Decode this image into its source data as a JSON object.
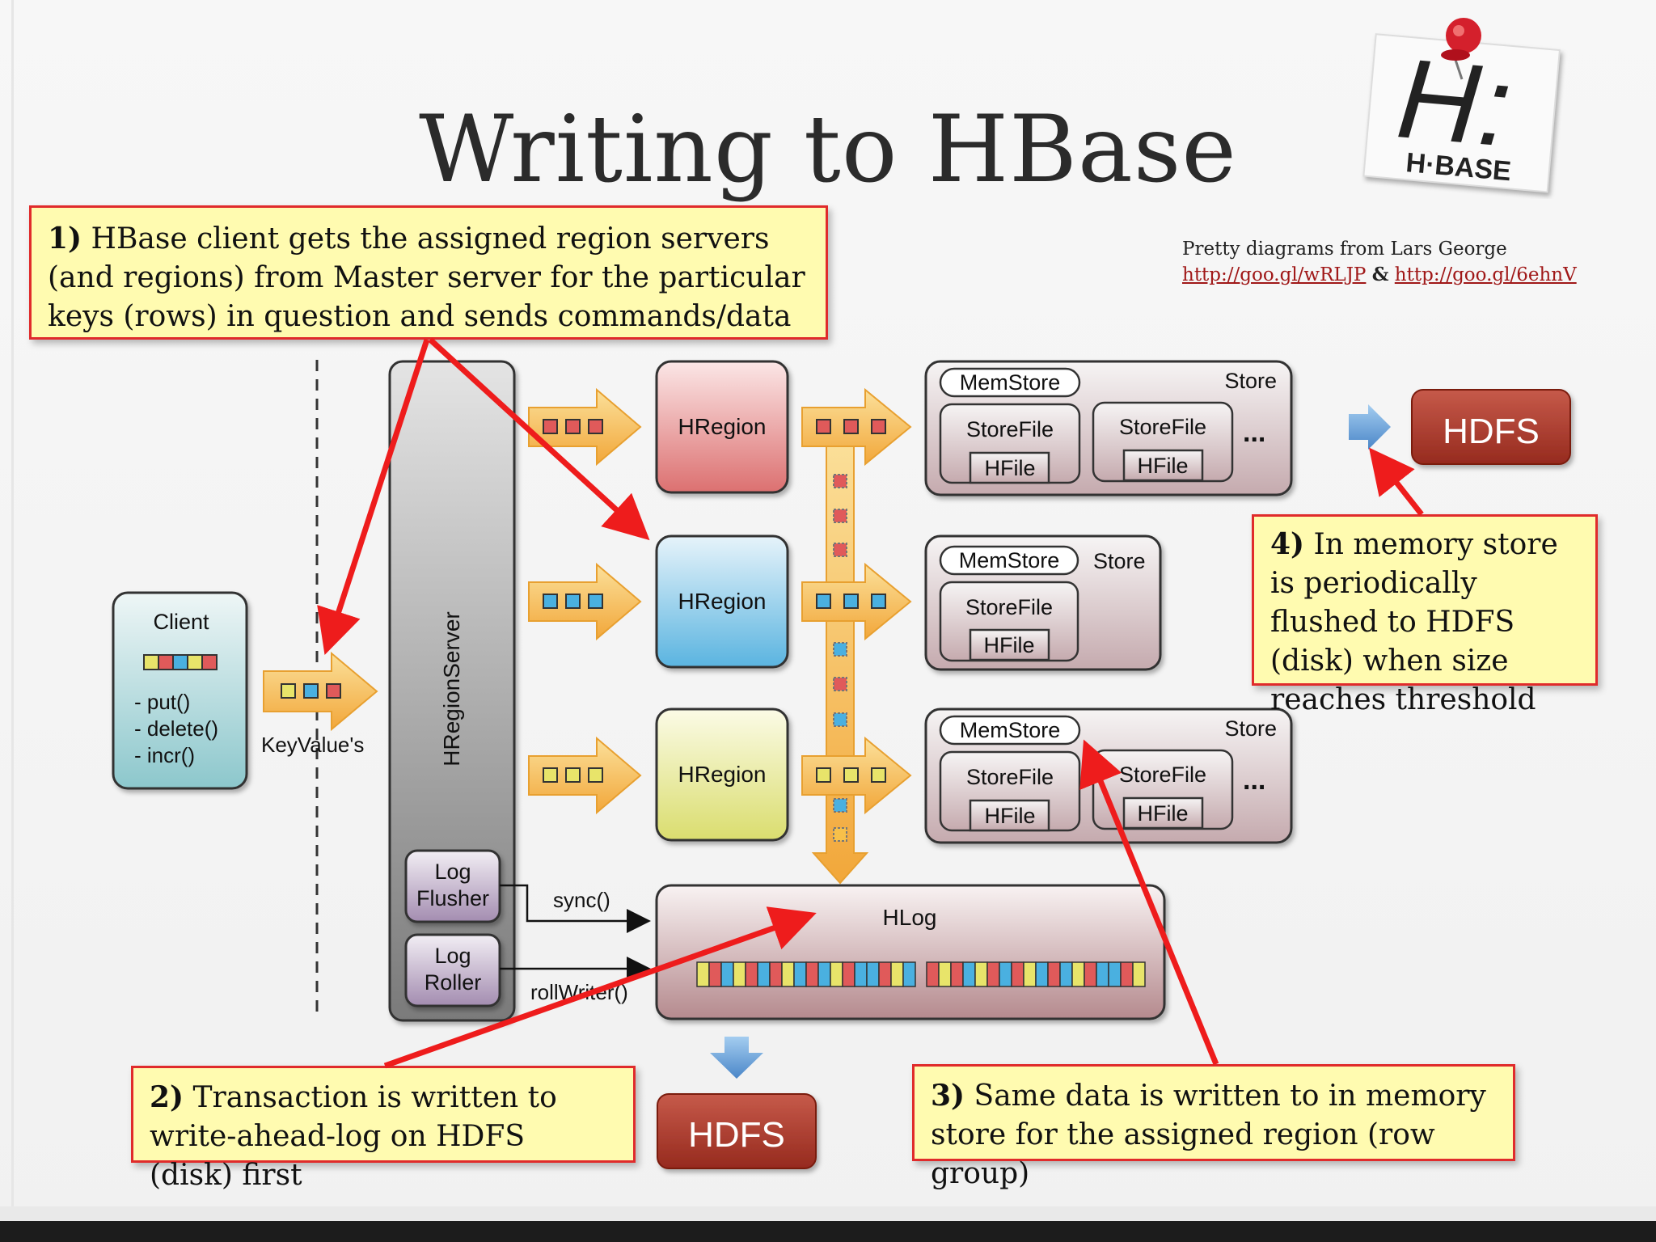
{
  "title": "Writing to HBase",
  "logo": {
    "text": "H·BASE",
    "mark": "H:"
  },
  "credit": {
    "text": "Pretty diagrams from Lars George",
    "link1": "http://goo.gl/wRLJP",
    "sep": "&",
    "link2": "http://goo.gl/6ehnV"
  },
  "notes": {
    "n1": {
      "num": "1)",
      "text": "HBase client gets the assigned region servers (and regions) from Master server for the particular keys (rows) in question and sends commands/data"
    },
    "n2": {
      "num": "2)",
      "text": "Transaction is written to write-ahead-log on HDFS (disk) first"
    },
    "n3": {
      "num": "3)",
      "text": "Same data is written to in memory store for the assigned region (row group)"
    },
    "n4": {
      "num": "4)",
      "text": "In memory store is periodically flushed to HDFS (disk) when size reaches threshold"
    }
  },
  "diagram": {
    "client": {
      "label": "Client",
      "ops": [
        "- put()",
        "- delete()",
        "- incr()"
      ]
    },
    "keyvalues_label": "KeyValue's",
    "regionserver_label": "HRegionServer",
    "log_flusher": "Log Flusher",
    "log_roller": "Log Roller",
    "sync_label": "sync()",
    "rollwriter_label": "rollWriter()",
    "hlog_label": "HLog",
    "hregion_label": "HRegion",
    "memstore_label": "MemStore",
    "store_label": "Store",
    "storefile_label": "StoreFile",
    "hfile_label": "HFile",
    "ellipsis": "...",
    "hdfs_label": "HDFS",
    "colors": {
      "red": "#e05a5a",
      "blue": "#4ab0e0",
      "yellow": "#e8e46a",
      "arrow": "#f7c04a",
      "pointer": "#ee1c1c"
    }
  }
}
